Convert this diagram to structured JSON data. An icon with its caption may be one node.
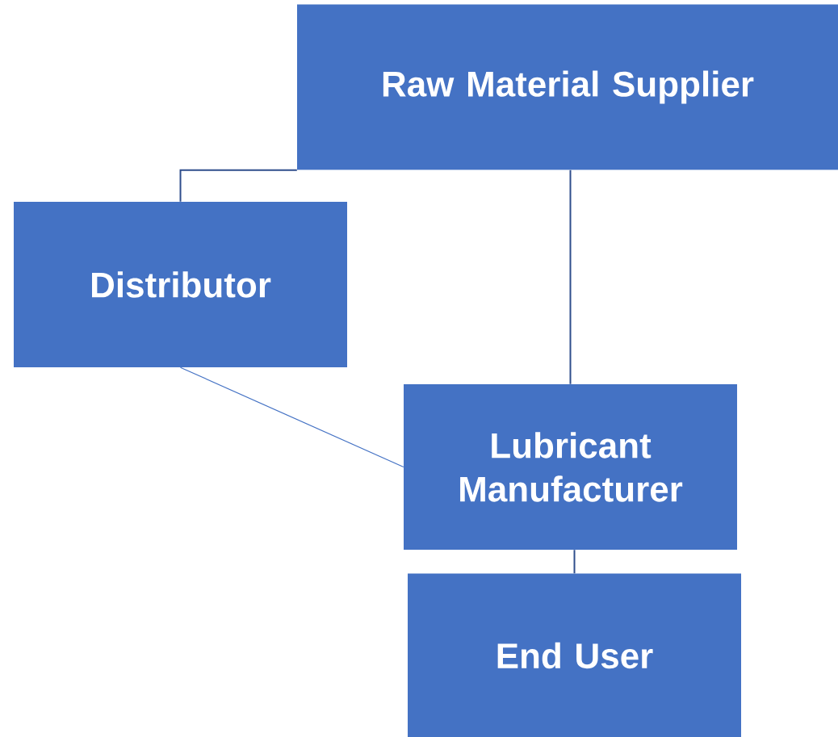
{
  "diagram": {
    "nodes": [
      {
        "text": [
          "Raw Material Supplier"
        ]
      },
      {
        "text": [
          "Distributor"
        ]
      },
      {
        "text": [
          "Lubricant Manufacturer"
        ]
      },
      {
        "text": [
          "End User"
        ]
      }
    ],
    "edges": [
      {
        "from": 0,
        "to": 1,
        "arrow": "none"
      },
      {
        "from": 0,
        "to": 2,
        "arrow": "none"
      },
      {
        "from": 1,
        "to": 2,
        "arrow": "none",
        "color": "#4472c4"
      },
      {
        "from": 2,
        "to": 3,
        "arrow": "none"
      }
    ]
  }
}
